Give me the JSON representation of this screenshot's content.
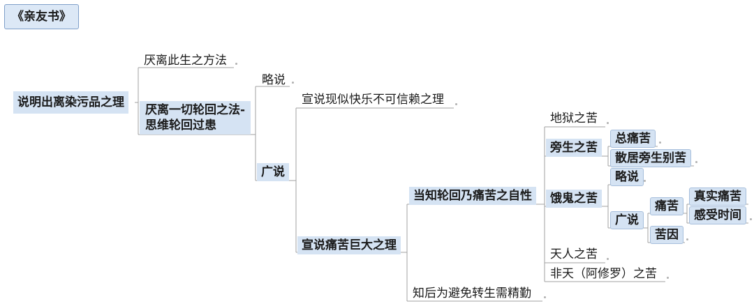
{
  "title": "《亲友书》",
  "nodes": {
    "root": "说明出离染污品之理",
    "method": "厌离此生之方法",
    "all": "厌离一切轮回之法-",
    "all2": "思维轮回过患",
    "brief": "略说",
    "broad": "广说",
    "pleasure": "宣说现似快乐不可信赖之理",
    "bigpain": "宣说痛苦巨大之理",
    "nature": "当知轮回乃痛苦之自性",
    "diligent": "知后为避免转生需精勤",
    "hell": "地狱之苦",
    "animal": "旁生之苦",
    "ghost": "饿鬼之苦",
    "god": "天人之苦",
    "asura": "非天（阿修罗）之苦",
    "total": "总痛苦",
    "scattered": "散居旁生别苦",
    "gbrief": "略说",
    "gbroad": "广说",
    "pain": "痛苦",
    "cause": "苦因",
    "realpain": "真实痛苦",
    "feeltime": "感受时间"
  },
  "colors": {
    "node_fill": "#d5e3f3",
    "line": "#9a9a9a",
    "title_border": "#7f9fc9"
  }
}
